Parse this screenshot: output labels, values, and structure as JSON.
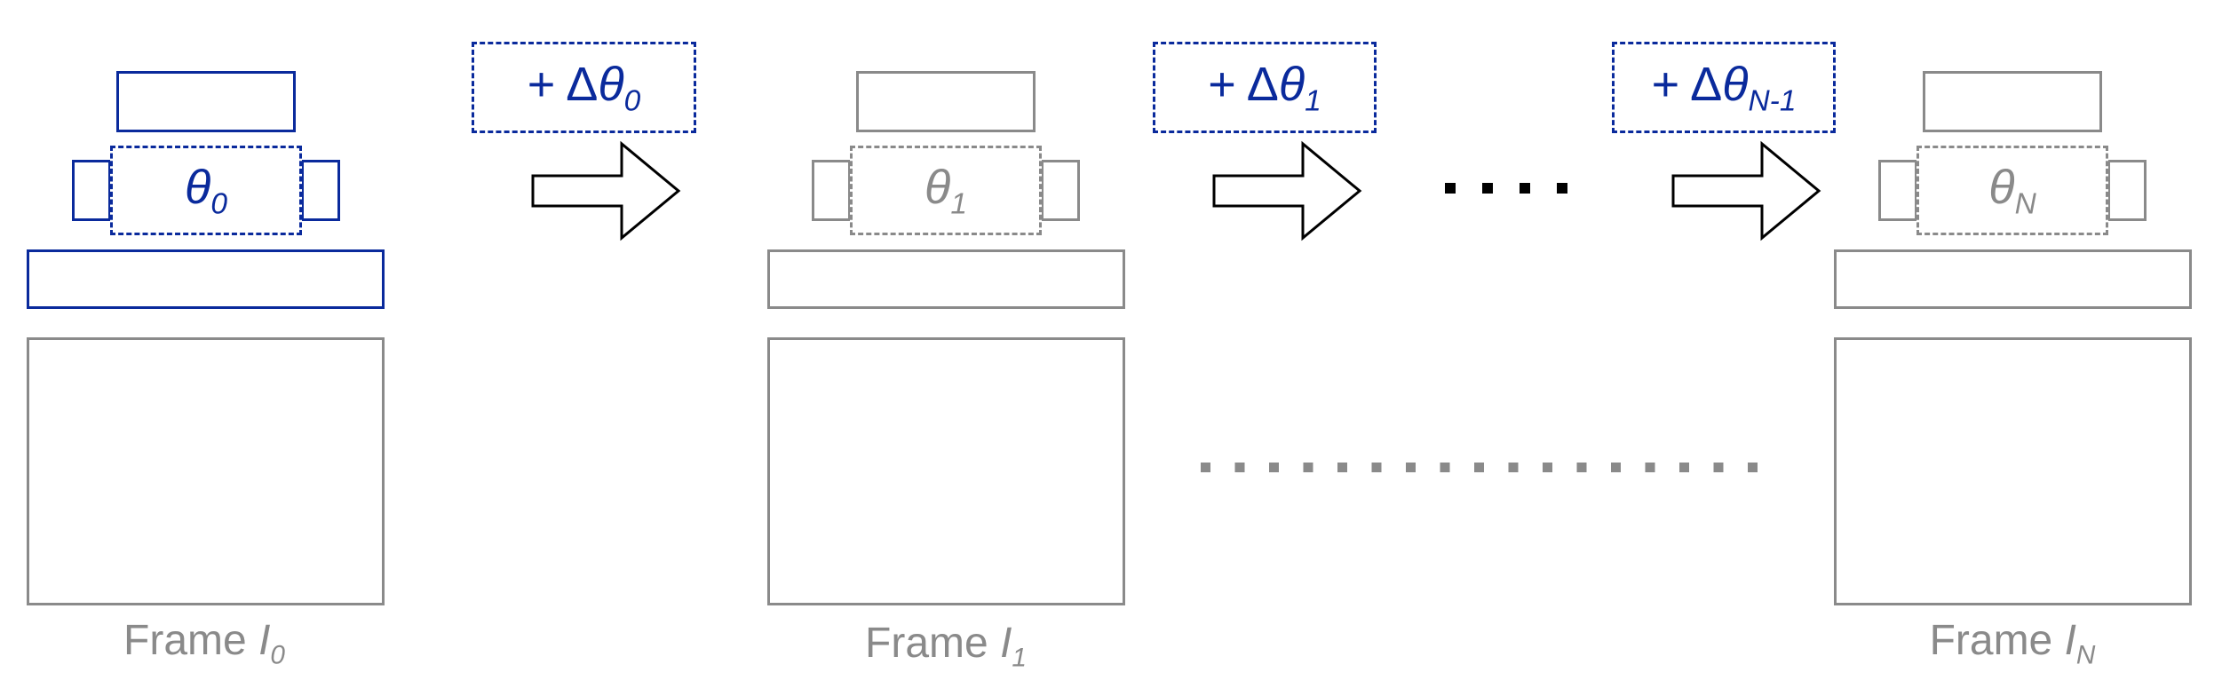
{
  "colors": {
    "accent": "#0a2a9c",
    "inactive": "#8a8a8a",
    "arrow": "#000000"
  },
  "frames": [
    {
      "label_prefix": "Frame ",
      "label_var": "I",
      "label_sub": "0",
      "theta_var": "θ",
      "theta_sub": "0",
      "state": "active"
    },
    {
      "label_prefix": "Frame ",
      "label_var": "I",
      "label_sub": "1",
      "theta_var": "θ",
      "theta_sub": "1",
      "state": "inactive"
    },
    {
      "label_prefix": "Frame ",
      "label_var": "I",
      "label_sub": "N",
      "theta_var": "θ",
      "theta_sub": "N",
      "state": "inactive"
    }
  ],
  "deltas": [
    {
      "prefix": "+ Δ",
      "var": "θ",
      "sub": "0"
    },
    {
      "prefix": "+ Δ",
      "var": "θ",
      "sub": "1"
    },
    {
      "prefix": "+ Δ",
      "var": "θ",
      "sub": "N-1"
    }
  ],
  "ellipsis": {
    "top_dot_count": 4,
    "bottom_dot_count": 17
  }
}
